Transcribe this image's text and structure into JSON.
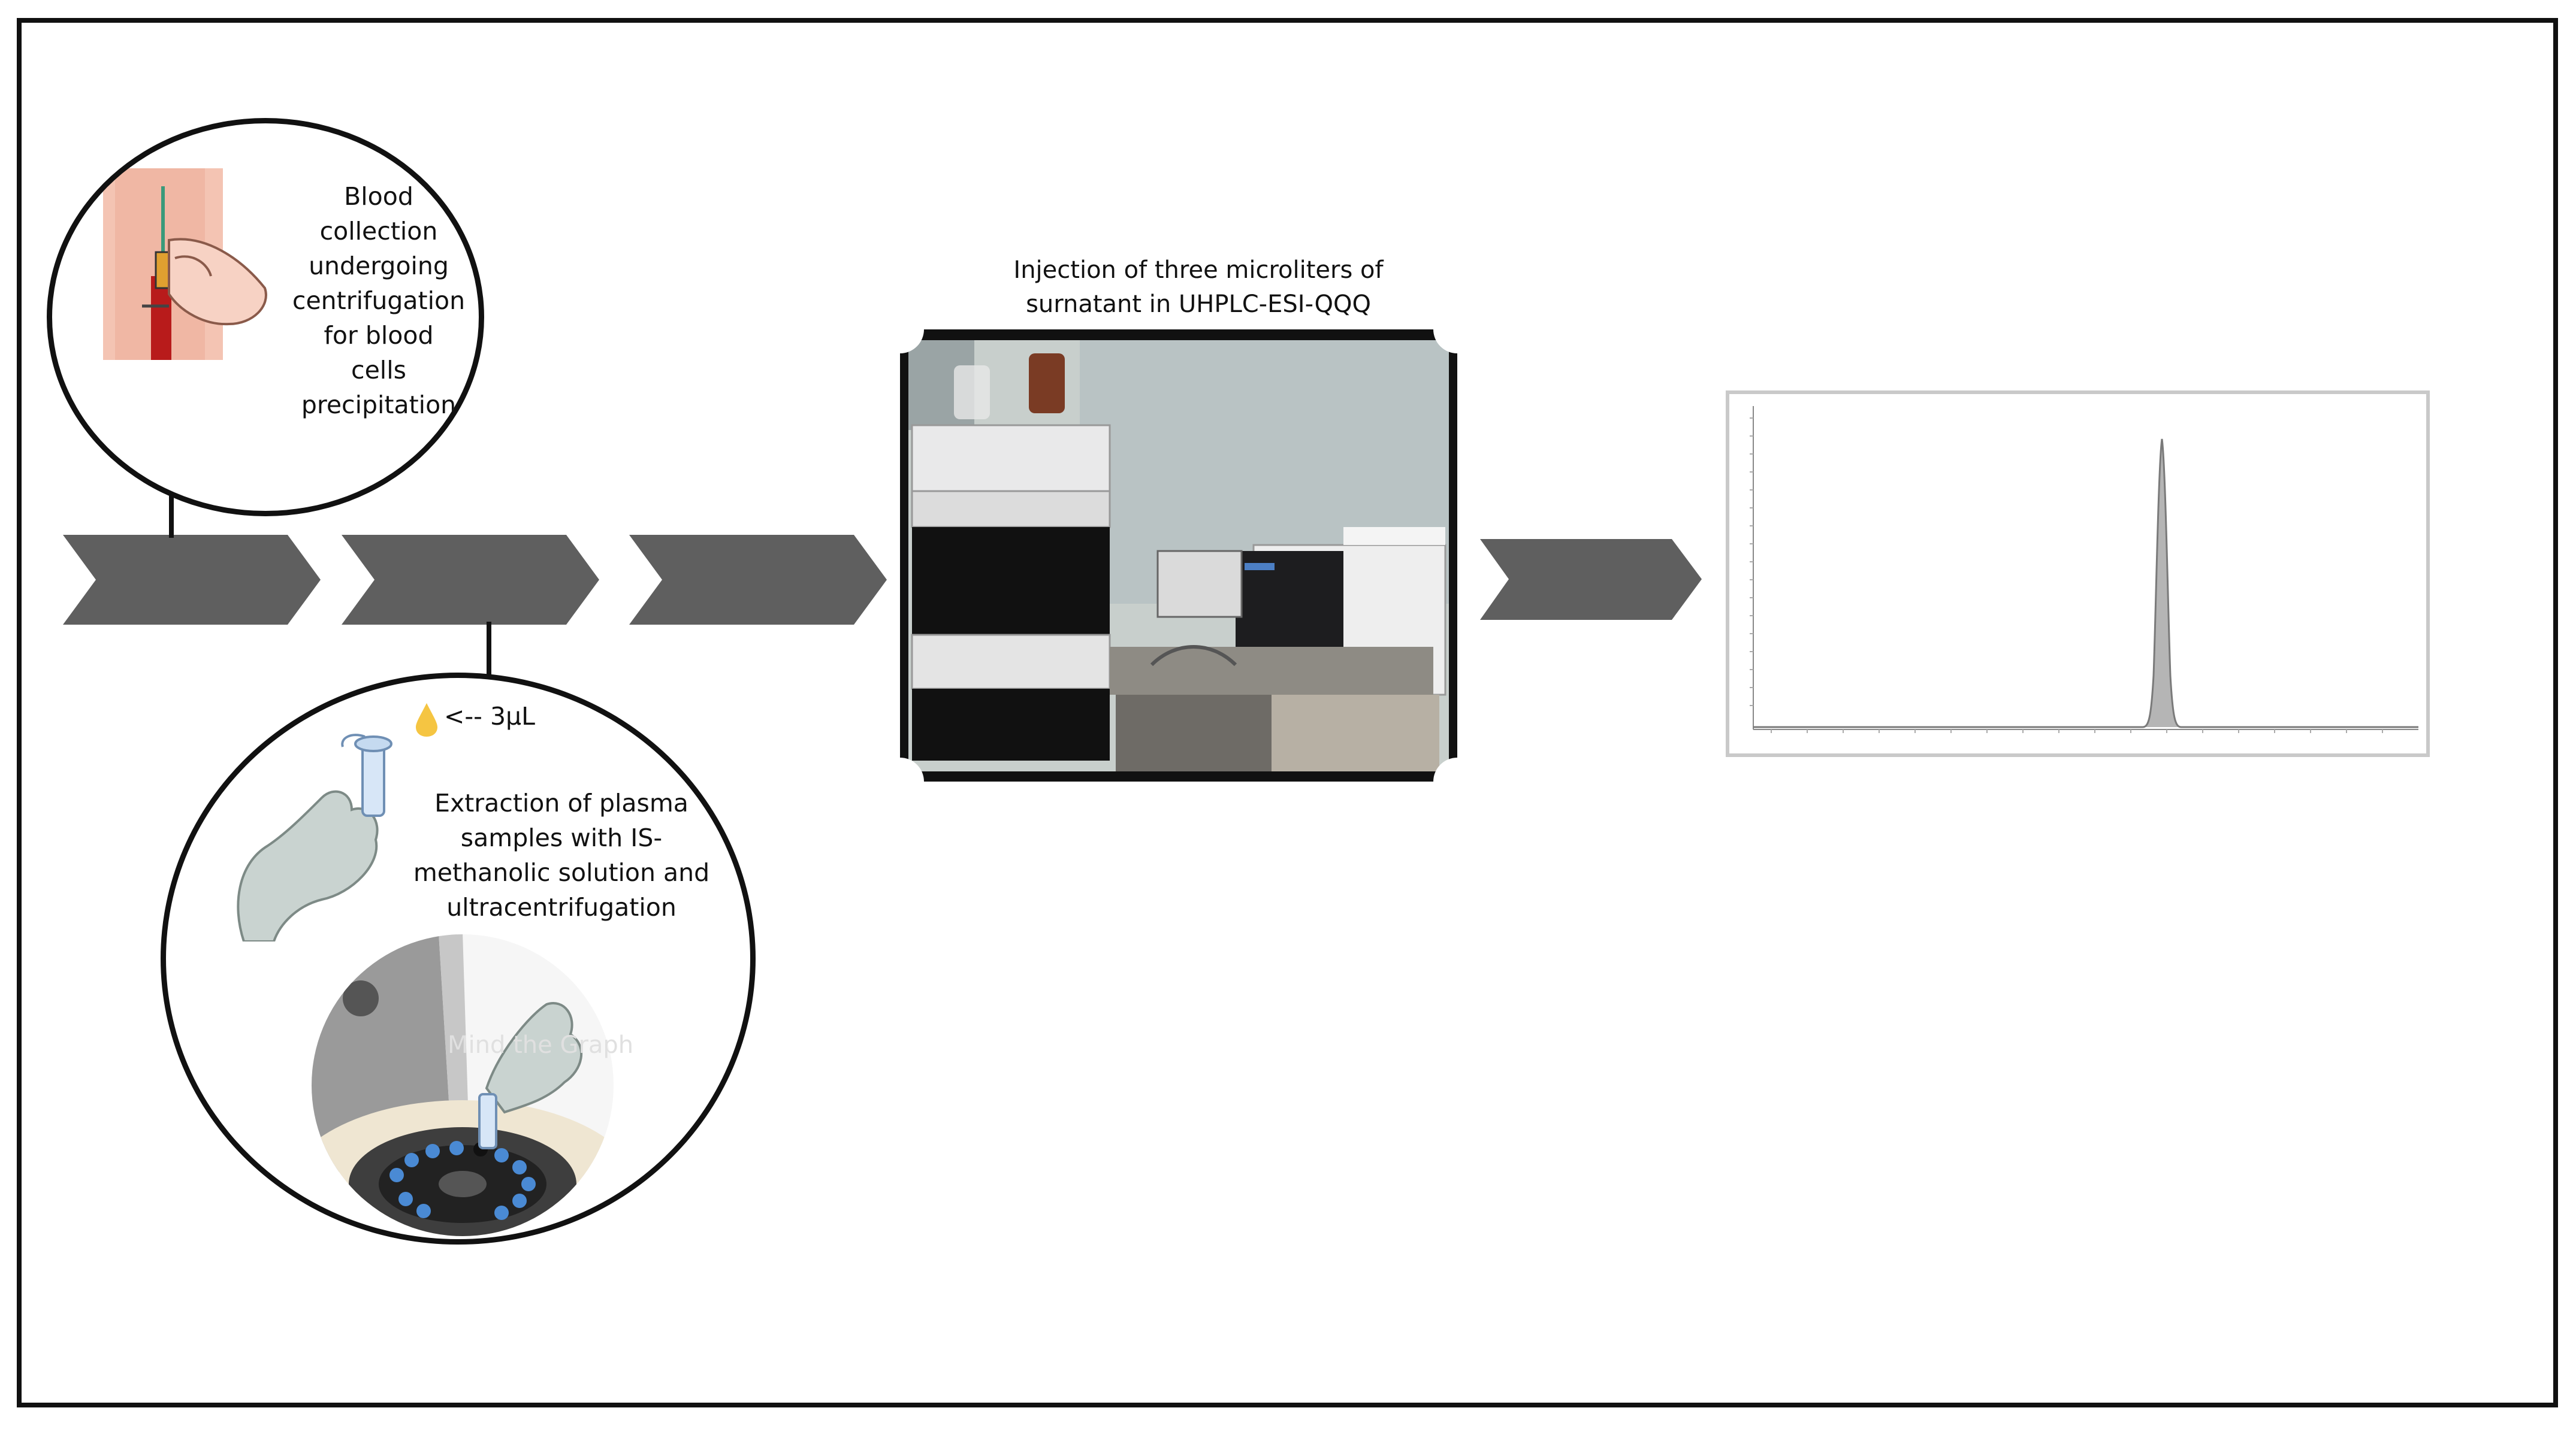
{
  "step1": {
    "label_lines": [
      "Blood",
      "collection",
      "undergoing",
      "centrifugation",
      "for blood",
      "cells",
      "precipitation"
    ]
  },
  "step2": {
    "volume_note": "<-- 3μL",
    "label_lines": [
      "Extraction of plasma",
      "samples with IS-",
      "methanolic solution and",
      "ultracentrifugation"
    ],
    "watermark": "Mind the Graph"
  },
  "step3": {
    "label_lines": [
      "Injection of three microliters of",
      "surnatant in UHPLC-ESI-QQQ"
    ]
  },
  "colors": {
    "chevron": "#5f5f5f",
    "outline": "#111111",
    "peak": "#b5b5b5"
  }
}
